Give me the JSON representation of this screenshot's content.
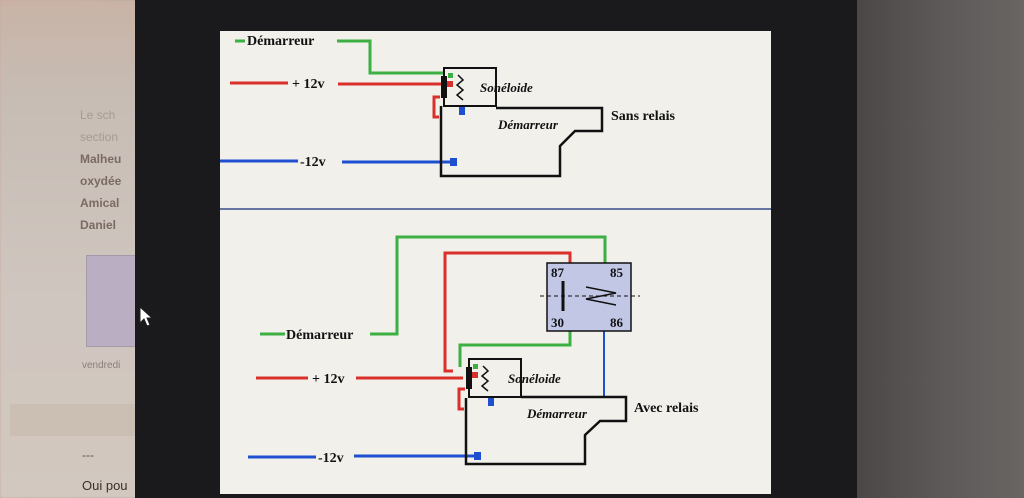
{
  "background_page": {
    "lines": [
      "Malheu",
      "oxydée",
      "Amical",
      "Daniel"
    ],
    "faint_lines": [
      "Le sch",
      "section"
    ],
    "caption": "vendredi",
    "separator": "---",
    "bottom_text": "Oui pou"
  },
  "diagram": {
    "top": {
      "starter_wire": "Démarreur",
      "plus_wire": "+ 12v",
      "minus_wire": "-12v",
      "solenoid": "Sonéloide",
      "starter": "Démarreur",
      "caption": "Sans relais"
    },
    "bottom": {
      "starter_wire": "Démarreur",
      "plus_wire": "+ 12v",
      "minus_wire": "-12v",
      "solenoid": "Sonéloide",
      "starter": "Démarreur",
      "caption": "Avec relais",
      "relay_pins": [
        "87",
        "85",
        "30",
        "86"
      ]
    },
    "colors": {
      "green": "#3cb043",
      "red": "#d9302c",
      "blue": "#1f4fd1",
      "black": "#111111",
      "divider": "#3a4a8a"
    }
  }
}
